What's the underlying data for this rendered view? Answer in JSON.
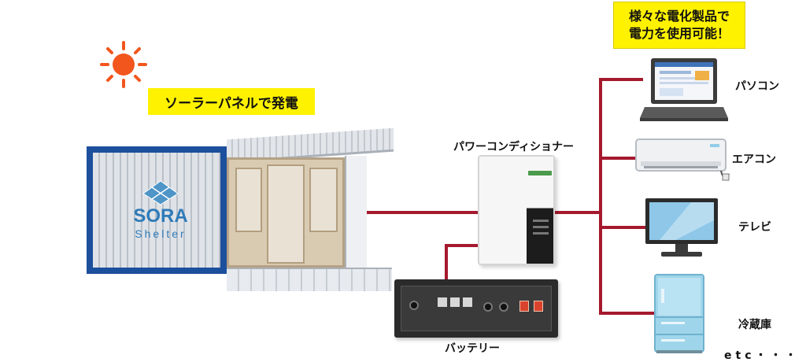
{
  "solar_label": "ソーラーパネルで発電",
  "callout": {
    "line1": "様々な電化製品で",
    "line2": "電力を使用可能！"
  },
  "inverter_label": "パワーコンディショナー",
  "battery_label": "バッテリー",
  "logo": {
    "line1": "SORA",
    "line2": "Shelter"
  },
  "devices": [
    {
      "label": "パソコン",
      "icon": "laptop-icon"
    },
    {
      "label": "エアコン",
      "icon": "aircon-icon"
    },
    {
      "label": "テレビ",
      "icon": "tv-icon"
    },
    {
      "label": "冷蔵庫",
      "icon": "fridge-icon"
    }
  ],
  "etc_label": "etc・・・",
  "colors": {
    "wire": "#a5192d",
    "highlight": "#fff200",
    "sun": "#f2561d",
    "container": "#1c4f9c"
  }
}
